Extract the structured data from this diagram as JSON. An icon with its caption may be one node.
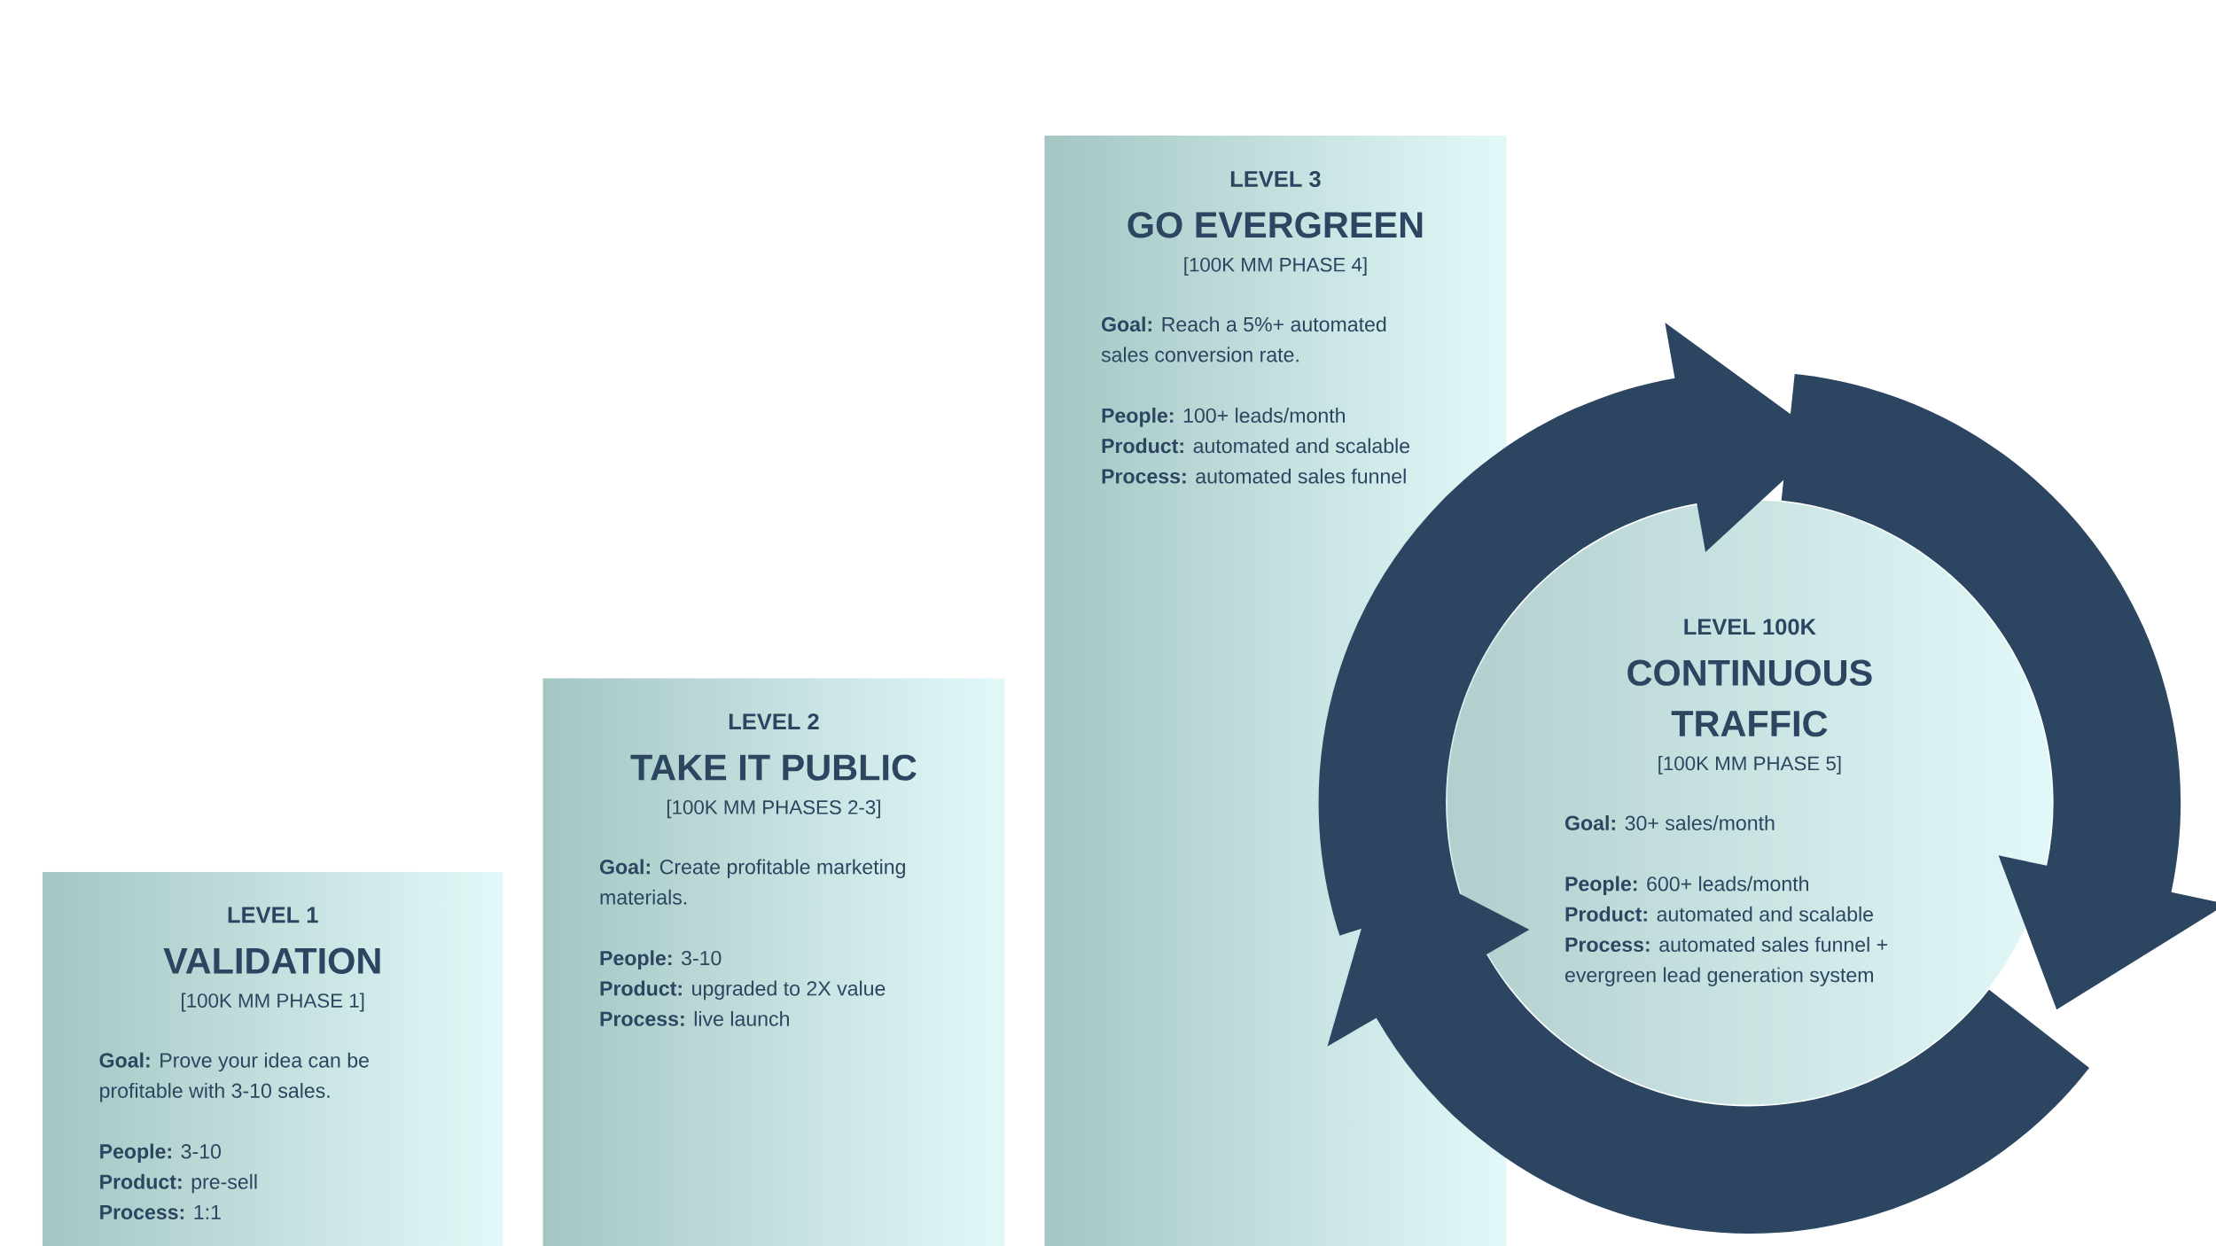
{
  "diagram": {
    "nodes": [
      {
        "text": [
          "LEVEL 1",
          "VALIDATION",
          "[100K MM PHASE 1]",
          "**Goal:** Prove your idea can be profitable with 3-10 sales.",
          "**People:** 3-10",
          "**Product:** pre-sell",
          "**Process:** 1:1"
        ]
      },
      {
        "text": [
          "LEVEL 2",
          "TAKE IT PUBLIC",
          "[100K MM PHASES 2-3]",
          "**Goal:** Create profitable marketing materials.",
          "**People:** 3-10",
          "**Product:** upgraded to 2X value",
          "**Process:** live launch"
        ]
      },
      {
        "text": [
          "LEVEL 3",
          "GO EVERGREEN",
          "[100K MM PHASE 4]",
          "**Goal:** Reach a 5%+ automated sales conversion rate.",
          "**People:** 100+ leads/month",
          "**Product:** automated and scalable",
          "**Process:** automated sales funnel"
        ]
      },
      {
        "text": [
          "LEVEL 100K",
          "CONTINUOUS TRAFFIC",
          "[100K MM PHASE 5]",
          "**Goal:** 30+ sales/month",
          "**People:** 600+ leads/month",
          "**Product:** automated and scalable",
          "**Process:** automated sales funnel + evergreen lead generation system"
        ]
      }
    ]
  }
}
